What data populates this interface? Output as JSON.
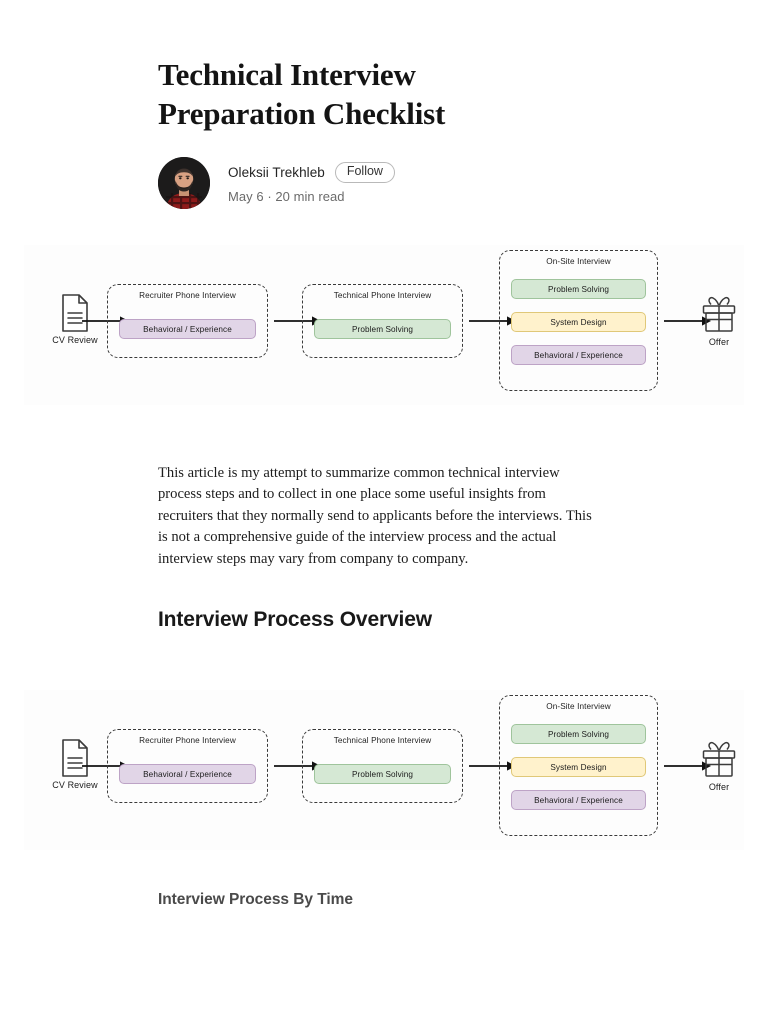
{
  "article": {
    "title": "Technical Interview Preparation Checklist",
    "author": "Oleksii Trekhleb",
    "follow_label": "Follow",
    "meta": "May 6 · 20 min read",
    "intro_paragraph": "This article is my attempt to summarize common technical interview process steps and to collect in one place some useful insights from recruiters that they normally send to applicants before the interviews. This is not a comprehensive guide of the interview process and the actual interview steps may vary from company to company."
  },
  "sections": {
    "overview_heading": "Interview Process Overview",
    "bytime_heading": "Interview Process By Time"
  },
  "diagram": {
    "start": {
      "label": "CV Review",
      "icon": "document-icon"
    },
    "end": {
      "label": "Offer",
      "icon": "gift-icon"
    },
    "stages": [
      {
        "title": "Recruiter Phone Interview",
        "chips": [
          {
            "label": "Behavioral / Experience",
            "color_name": "purple",
            "color": "#e1d5e7"
          }
        ]
      },
      {
        "title": "Technical Phone Interview",
        "chips": [
          {
            "label": "Problem Solving",
            "color_name": "green",
            "color": "#d5e8d4"
          }
        ]
      },
      {
        "title": "On-Site Interview",
        "chips": [
          {
            "label": "Problem Solving",
            "color_name": "green",
            "color": "#d5e8d4"
          },
          {
            "label": "System Design",
            "color_name": "yellow",
            "color": "#fff2cc"
          },
          {
            "label": "Behavioral / Experience",
            "color_name": "purple",
            "color": "#e1d5e7"
          }
        ]
      }
    ]
  },
  "colors": {
    "page_background": "#ffffff",
    "diagram_background": "#fdfdfd",
    "text_primary": "#141414",
    "text_muted": "#6b6b6b",
    "stage_border": "#3a3a3a"
  }
}
